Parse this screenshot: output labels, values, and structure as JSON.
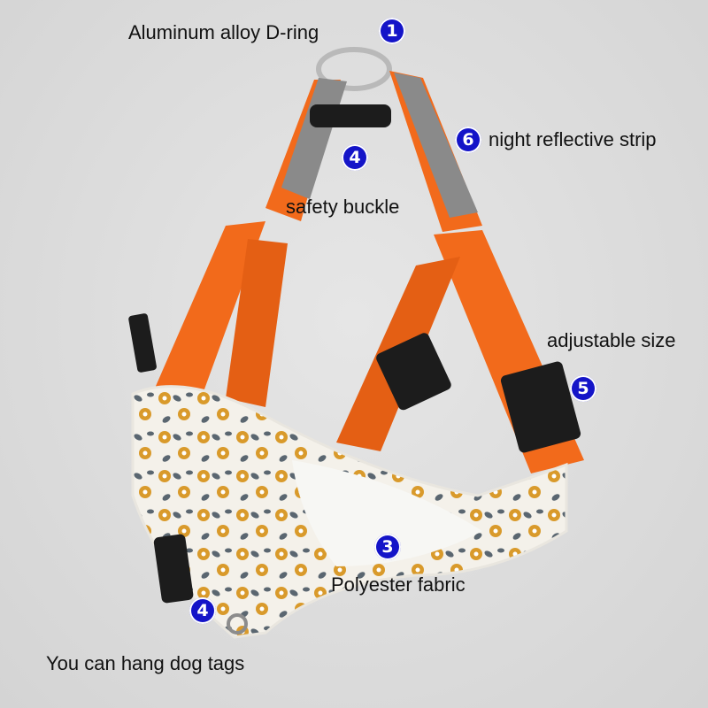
{
  "callouts": [
    {
      "number": "1",
      "text": "Aluminum alloy D-ring"
    },
    {
      "number": "6",
      "text": "night reflective strip"
    },
    {
      "number": "4",
      "text": "safety buckle"
    },
    {
      "number": "5",
      "text": "adjustable size"
    },
    {
      "number": "3",
      "text": "Polyester fabric"
    },
    {
      "number": "4",
      "text": "You can hang dog tags"
    }
  ],
  "colors": {
    "strap": "#f26a1b",
    "reflective": "#8a8a8a",
    "badge": "#1414c8",
    "flower": "#d99a2b",
    "leaf": "#5a6670"
  }
}
